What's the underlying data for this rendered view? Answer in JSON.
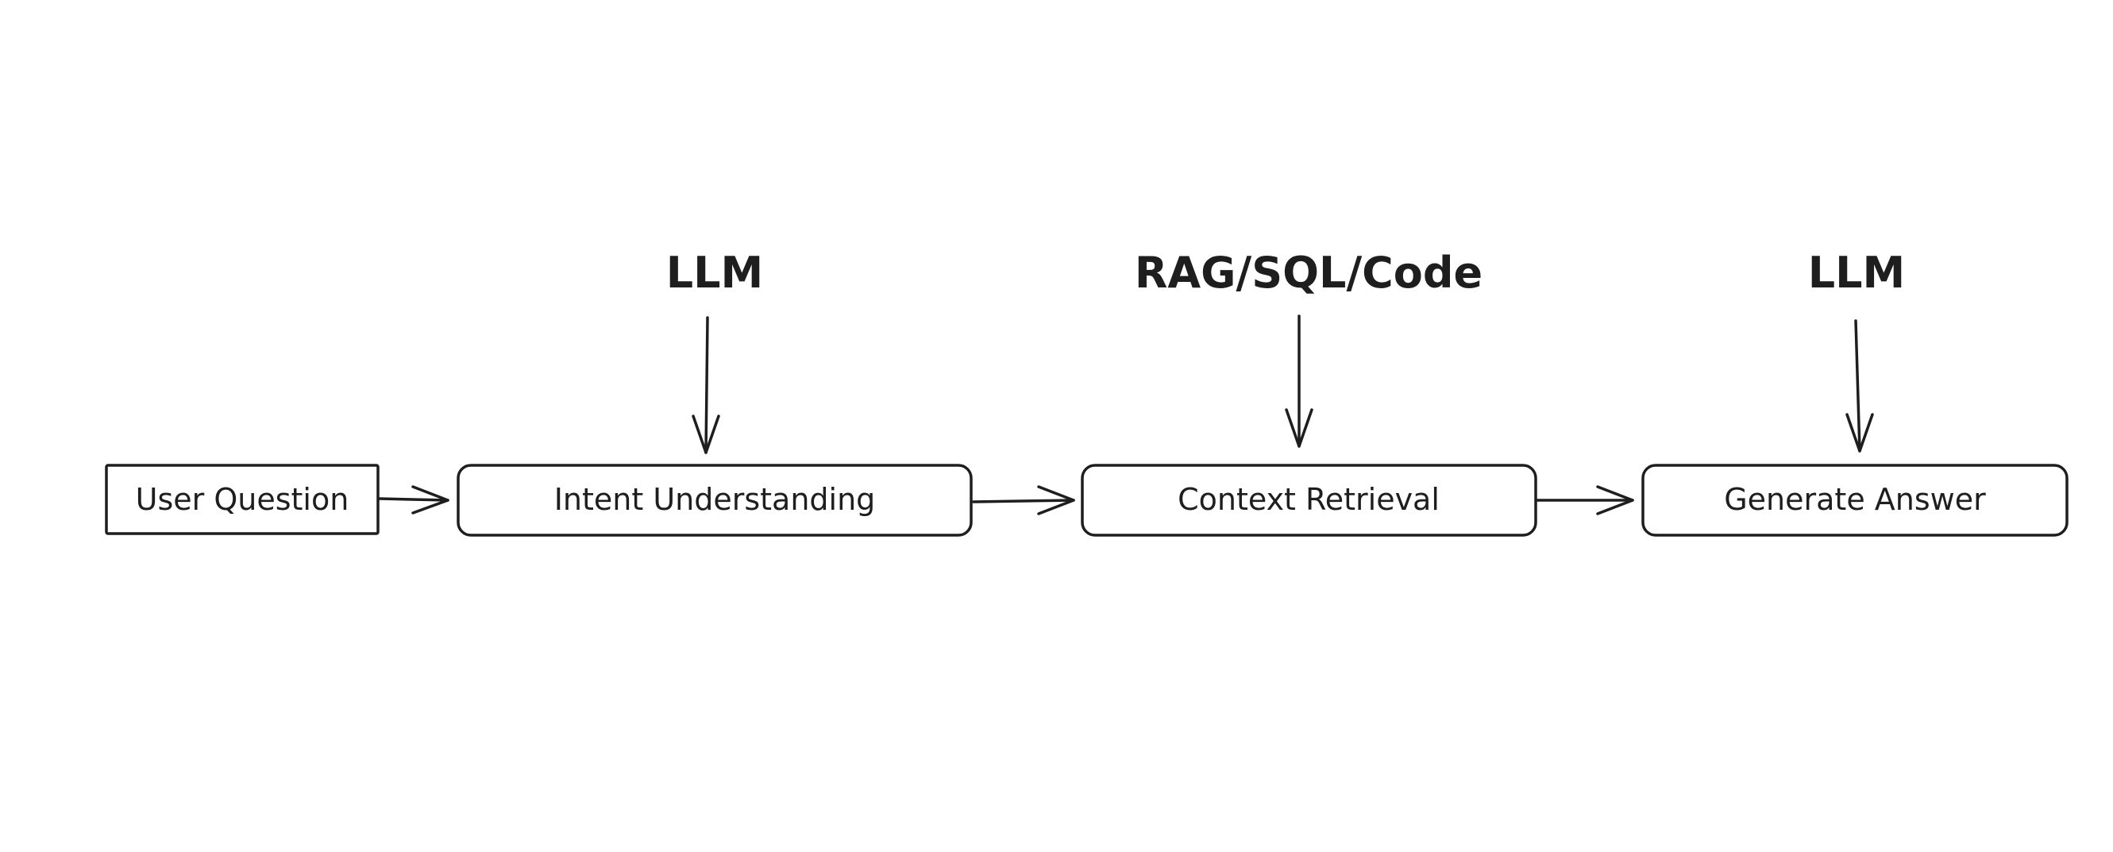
{
  "diagram": {
    "nodes": {
      "user_question": "User Question",
      "intent_understanding": "Intent Understanding",
      "context_retrieval": "Context Retrieval",
      "generate_answer": "Generate Answer"
    },
    "sources": {
      "intent_source": "LLM",
      "retrieval_source": "RAG/SQL/Code",
      "answer_source": "LLM"
    },
    "colors": {
      "stroke": "#1e1e1e",
      "background": "#ffffff"
    }
  }
}
